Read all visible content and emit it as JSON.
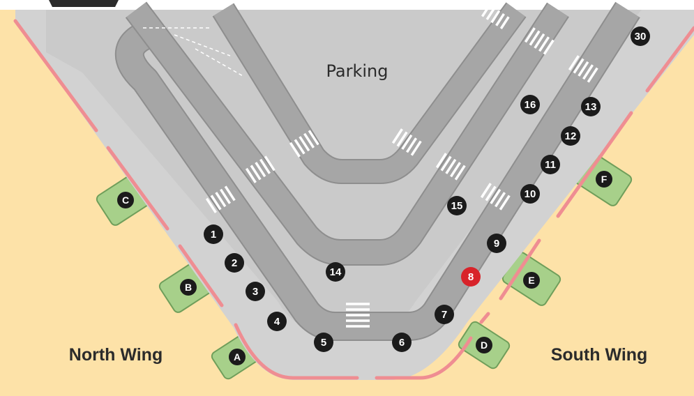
{
  "labels": {
    "parking": "Parking",
    "north_wing": "North Wing",
    "south_wing": "South Wing"
  },
  "gates": [
    "A",
    "B",
    "C",
    "D",
    "E",
    "F"
  ],
  "stops": [
    "1",
    "2",
    "3",
    "4",
    "5",
    "6",
    "7",
    "8",
    "9",
    "10",
    "11",
    "12",
    "13",
    "14",
    "15",
    "16",
    "30"
  ],
  "highlighted_stop": "8",
  "colors": {
    "terminal": "#fde2a8",
    "apron": "#d2d2d2",
    "parking": "#cacaca",
    "road": "#a6a6a6",
    "road_edge": "#8e8e8e",
    "curb": "#ef8d92",
    "gate_fill": "#a7d08a",
    "gate_stroke": "#6f9e5a",
    "marker": "#1b1b1b",
    "marker_highlight": "#d8232a"
  }
}
